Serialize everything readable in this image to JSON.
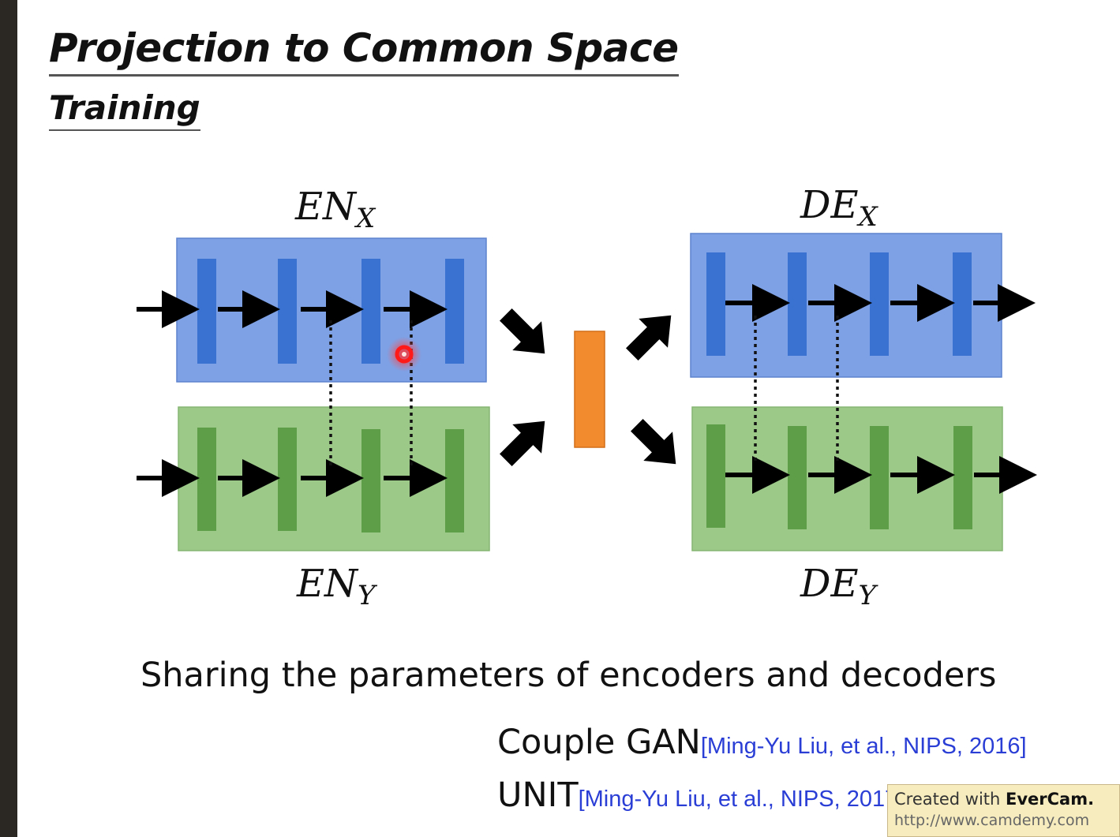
{
  "slide": {
    "title": "Projection to Common Space",
    "subtitle": "Training"
  },
  "diagram": {
    "labels": {
      "en_x": {
        "base": "EN",
        "sub": "X"
      },
      "en_y": {
        "base": "EN",
        "sub": "Y"
      },
      "de_x": {
        "base": "DE",
        "sub": "X"
      },
      "de_y": {
        "base": "DE",
        "sub": "Y"
      }
    },
    "colors": {
      "blue_block": "#7ea0e4",
      "blue_layer": "#3a72d2",
      "green_block": "#9cc888",
      "green_layer": "#5e9e48",
      "latent": "#f28a2e",
      "arrow": "#000000",
      "pointer": "#e01010"
    }
  },
  "caption": "Sharing the parameters of encoders and decoders",
  "references": [
    {
      "name": "Couple GAN",
      "cite": "[Ming-Yu Liu, et al., NIPS, 2016]"
    },
    {
      "name": "UNIT",
      "cite": "[Ming-Yu Liu, et al., NIPS, 2017]"
    }
  ],
  "watermark": {
    "line1_prefix": "Created with ",
    "line1_brand": "EverCam.",
    "line2": "http://www.camdemy.com"
  }
}
